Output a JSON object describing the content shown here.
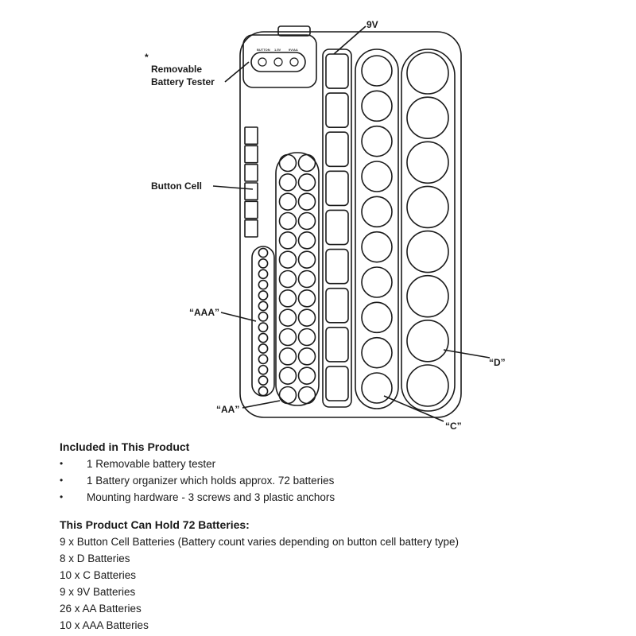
{
  "diagram": {
    "labels": {
      "tester": "Removable",
      "tester_line2": "Battery Tester",
      "tester_mark": "*",
      "button_cell": "Button Cell",
      "nine_v": "9V",
      "aaa": "“AAA”",
      "aa": "“AA”",
      "c": "“C”",
      "d": "“D”"
    },
    "tester_buttons": [
      "BUTTON",
      "1.5V",
      "9V/AA"
    ],
    "counts": {
      "button_cell_slots": 6,
      "nine_v_slots": 9,
      "aa_rows": 13,
      "aa_cols": 2,
      "aaa_slots": 14,
      "c_slots": 10,
      "d_slots": 8
    }
  },
  "included": {
    "title": "Included in This Product",
    "items": [
      "1 Removable battery tester",
      "1 Battery organizer which holds approx. 72 batteries",
      "Mounting hardware - 3 screws and 3 plastic anchors"
    ]
  },
  "capacity": {
    "title": "This Product Can Hold 72 Batteries:",
    "items": [
      "9 x Button Cell Batteries (Battery count varies depending on button cell battery type)",
      "8 x D Batteries",
      "10 x C Batteries",
      "9 x 9V Batteries",
      "26 x AA Batteries",
      "10 x AAA Batteries"
    ]
  }
}
